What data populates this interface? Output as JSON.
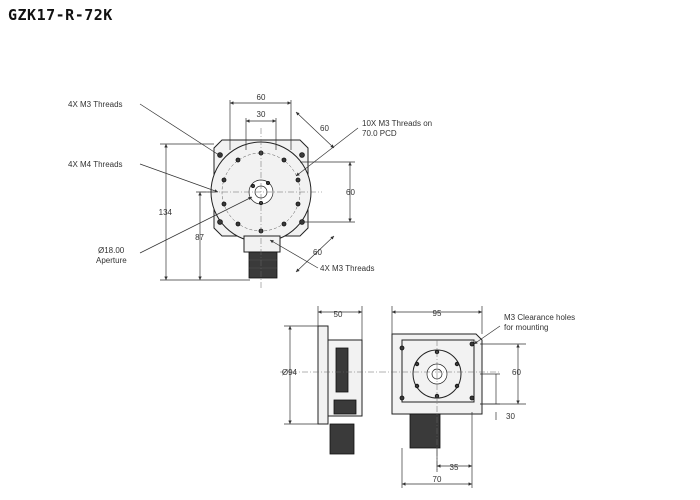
{
  "title": "GZK17-R-72K",
  "top_view": {
    "labels": {
      "m3_threads_4x_top": "4X M3 Threads",
      "m4_threads_4x": "4X M4 Threads",
      "m3_threads_10x_line1": "10X M3 Threads on",
      "m3_threads_10x_line2": "70.0 PCD",
      "aperture_line1": "Ø18.00",
      "aperture_line2": "Aperture",
      "m3_threads_4x_bottom": "4X M3 Threads"
    },
    "dims": {
      "top_60": "60",
      "top_30": "30",
      "diag_60_upper": "60",
      "right_60": "60",
      "diag_60_lower": "60",
      "left_134": "134",
      "left_87": "87"
    }
  },
  "side_view": {
    "dims": {
      "top_50": "50",
      "left_94": "Ø94"
    }
  },
  "front_view": {
    "labels": {
      "clearance_line1": "M3 Clearance holes",
      "clearance_line2": "for mounting"
    },
    "dims": {
      "top_95": "95",
      "right_60": "60",
      "right_30": "30",
      "bottom_35": "35",
      "bottom_70": "70"
    }
  }
}
